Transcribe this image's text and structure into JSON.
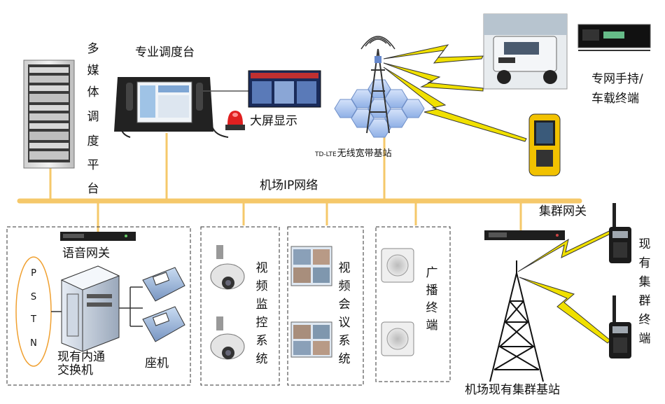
{
  "labels": {
    "multimedia_platform": [
      "多",
      "媒",
      "体",
      "调",
      "度",
      "平",
      "台"
    ],
    "dispatch_console": "专业调度台",
    "big_screen": "大屏显示",
    "lte_base_prefix": "TD-LTE",
    "lte_base_suffix": "无线宽带基站",
    "private_terminal_line1": "专网手持/",
    "private_terminal_line2": "车载终端",
    "ip_network": "机场IP网络",
    "trunk_gateway": "集群网关",
    "voice_gateway": "语音网关",
    "pstn": [
      "P",
      "S",
      "T",
      "N"
    ],
    "pbx_line1": "现有内通",
    "pbx_line2": "交换机",
    "phone": "座机",
    "video_surveillance": [
      "视",
      "频",
      "监",
      "控",
      "系",
      "统"
    ],
    "video_conference": [
      "视",
      "频",
      "会",
      "议",
      "系",
      "统"
    ],
    "broadcast": [
      "广",
      "播",
      "终",
      "端"
    ],
    "trunk_terminals": [
      "现",
      "有",
      "集",
      "群",
      "终",
      "端"
    ],
    "trunk_base": "机场现有集群基站"
  },
  "colors": {
    "bus": "#f5c86a",
    "lightning": "#f0e000",
    "ellipse": "#f0a030",
    "hex_fill": "#a9c4ee"
  }
}
